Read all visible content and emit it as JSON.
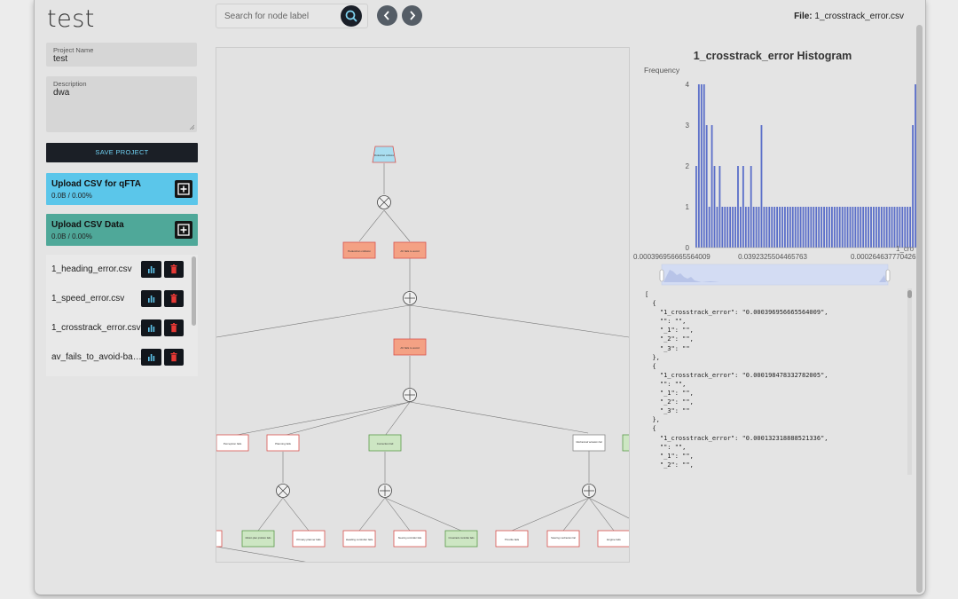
{
  "project": {
    "title": "test",
    "name_label": "Project Name",
    "name_value": "test",
    "desc_label": "Description",
    "desc_value": "dwa",
    "save_label": "SAVE PROJECT"
  },
  "search": {
    "placeholder": "Search for node label"
  },
  "file_info": {
    "label": "File:",
    "name": "1_crosstrack_error.csv"
  },
  "uploads": [
    {
      "title": "Upload CSV for qFTA",
      "size": "0.0B / 0.00%",
      "color": "#5bc6ea"
    },
    {
      "title": "Upload CSV Data",
      "size": "0.0B / 0.00%",
      "color": "#4fa899"
    }
  ],
  "files": [
    "1_heading_error.csv",
    "1_speed_error.csv",
    "1_crosstrack_error.csv",
    "av_fails_to_avoid-bas..."
  ],
  "icons": {
    "search": "search-icon",
    "prev": "chevron-left-icon",
    "next": "chevron-right-icon",
    "add": "plus-icon",
    "chart": "bar-chart-icon",
    "delete": "trash-icon"
  },
  "colors": {
    "accent": "#6fd0f2",
    "bar": "#5b6fc9",
    "delete": "#e53935",
    "chart_icon": "#5fc4ea",
    "node_red": "#f4a184",
    "node_green": "#cde6c3"
  },
  "tree_nodes": [
    "Pedestrian collision",
    "AV fails to avoid",
    "AV fails to avoid",
    "Perception fails",
    "Planning fails",
    "Correction fail",
    "Mechanical/ actuation fail",
    "Motion plan problem fails",
    "Primary planner fails",
    "Heading controller fails",
    "Steering controller fails",
    "Crosstrack controller fails",
    "Throttle fails",
    "Steering mechanism fail",
    "Engine fails"
  ],
  "chart_data": {
    "type": "bar",
    "title": "1_crosstrack_error Histogram",
    "ylabel": "Frequency",
    "xlabel": "1_cro",
    "ylim": [
      0,
      4
    ],
    "yticks": [
      0,
      1,
      2,
      3,
      4
    ],
    "xtick_labels": [
      "0.00039695666556400​9",
      "0.0392325504465763",
      "0.000264637770426"
    ],
    "values": [
      2,
      4,
      4,
      4,
      3,
      1,
      3,
      2,
      1,
      2,
      1,
      1,
      1,
      1,
      1,
      1,
      2,
      1,
      2,
      1,
      1,
      2,
      1,
      1,
      1,
      3,
      1,
      1,
      1,
      1,
      1,
      1,
      1,
      1,
      1,
      1,
      1,
      1,
      1,
      1,
      1,
      1,
      1,
      1,
      1,
      1,
      1,
      1,
      1,
      1,
      1,
      1,
      1,
      1,
      1,
      1,
      1,
      1,
      1,
      1,
      1,
      1,
      1,
      1,
      1,
      1,
      1,
      1,
      1,
      1,
      1,
      1,
      1,
      1,
      1,
      1,
      1,
      1,
      1,
      1,
      1,
      1,
      1,
      3,
      4,
      1
    ],
    "grid": false,
    "legend": "none"
  },
  "json_text": "[\n  {\n    \"1_crosstrack_error\": \"0.000396956665564009\",\n    \"\": \"\",\n    \"_1\": \"\",\n    \"_2\": \"\",\n    \"_3\": \"\"\n  },\n  {\n    \"1_crosstrack_error\": \"0.000198478332782005\",\n    \"\": \"\",\n    \"_1\": \"\",\n    \"_2\": \"\",\n    \"_3\": \"\"\n  },\n  {\n    \"1_crosstrack_error\": \"0.000132318888521336\",\n    \"\": \"\",\n    \"_1\": \"\",\n    \"_2\": \"\","
}
